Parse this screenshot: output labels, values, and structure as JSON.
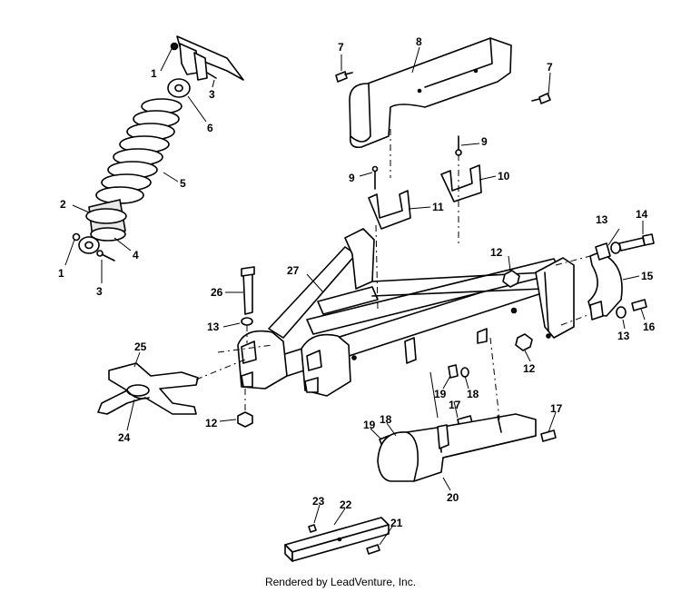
{
  "callouts": {
    "c1a": "1",
    "c1b": "1",
    "c2": "2",
    "c3a": "3",
    "c3b": "3",
    "c4": "4",
    "c5": "5",
    "c6": "6",
    "c7a": "7",
    "c7b": "7",
    "c8": "8",
    "c9a": "9",
    "c9b": "9",
    "c10": "10",
    "c11": "11",
    "c12a": "12",
    "c12b": "12",
    "c12c": "12",
    "c13a": "13",
    "c13b": "13",
    "c13c": "13",
    "c14": "14",
    "c15": "15",
    "c16": "16",
    "c17a": "17",
    "c17b": "17",
    "c18a": "18",
    "c18b": "18",
    "c19a": "19",
    "c19b": "19",
    "c20": "20",
    "c21": "21",
    "c22": "22",
    "c23": "23",
    "c24": "24",
    "c25": "25",
    "c26": "26",
    "c27": "27"
  },
  "footer": {
    "credit": "Rendered by LeadVenture, Inc."
  }
}
